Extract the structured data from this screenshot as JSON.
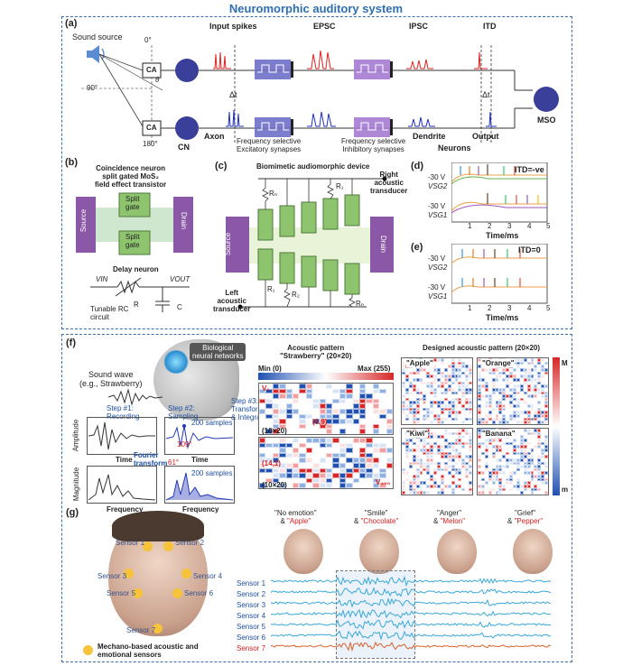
{
  "title": "Neuromorphic auditory system",
  "panel_a": {
    "label": "(a)",
    "sound_source": "Sound source",
    "angle_0": "0°",
    "angle_90": "90°",
    "angle_180": "180°",
    "theta": "θ",
    "ca": "CA",
    "input_spikes": "Input spikes",
    "epsc": "EPSC",
    "ipsc": "IPSC",
    "itd": "ITD",
    "dt": "Δt",
    "cn": "CN",
    "axon": "Axon",
    "exc_syn": "Frequency selective\nExcitatory synapses",
    "inh_syn": "Frequency selective\nInhibitory synapses",
    "dendrite": "Dendrite",
    "neurons": "Neurons",
    "output": "Output",
    "mso": "MSO"
  },
  "panel_b": {
    "label": "(b)",
    "cn_title": "Coincidence neuron\nsplit gated MoS₂\nfield effect transistor",
    "split_gate": "Split\ngate",
    "source": "Source",
    "drain": "Drain",
    "delay": "Delay neuron",
    "vin": "VIN",
    "vout": "VOUT",
    "r": "R",
    "c": "C",
    "rc": "Tunable RC\ncircuit"
  },
  "panel_c": {
    "label": "(c)",
    "title": "Biomimetic audiomorphic device",
    "right": "Right\nacoustic\ntransducer",
    "left": "Left\nacoustic\ntransducer",
    "source": "Source",
    "drain": "Drain",
    "r1": "R₁",
    "r2": "R₂",
    "rn": "Rₙ"
  },
  "panel_d": {
    "label": "(d)",
    "itd": "ITD=-ve",
    "v1": "-30 V",
    "vsg2": "VSG2",
    "v2": "-30 V",
    "vsg1": "VSG1",
    "ticks": [
      "1",
      "2",
      "3",
      "4",
      "5"
    ],
    "xlabel": "Time/ms"
  },
  "panel_e": {
    "label": "(e)",
    "itd": "ITD=0",
    "v1": "-30 V",
    "vsg2": "VSG2",
    "v2": "-30 V",
    "vsg1": "VSG1",
    "ticks": [
      "1",
      "2",
      "3",
      "4",
      "5"
    ],
    "xlabel": "Time/ms"
  },
  "panel_f": {
    "label": "(f)",
    "bio": "Biological\nneural networks",
    "wave": "Sound wave\n(e.g., Strawberry)",
    "step1": "Step #1:\nRecording",
    "step2": "Step #2:\nSampling",
    "step3": "Step #3:\nTransformation\n& Integration",
    "amplitude": "Amplitude",
    "magnitude": "Magnitude",
    "time": "Time",
    "frequency": "Frequency",
    "fourier": "Fourier\ntransform",
    "samples": "200 samples",
    "ang1": "109°",
    "ang2": "61°",
    "pattern_title": "Acoustic pattern\n\"Strawberry\" (20×20)",
    "min": "Min (0)",
    "max": "Max (255)",
    "v1": "V₁",
    "vn": "V₄₀₀",
    "p1": "(6,9)",
    "p2": "(14,1)",
    "dim": "(10×20)",
    "designed": "Designed acoustic pattern (20×20)",
    "words": [
      "\"Apple\"",
      "\"Orange\"",
      "\"Kiwi\"",
      "\"Banana\""
    ],
    "m": "m",
    "M": "M"
  },
  "panel_g": {
    "label": "(g)",
    "sensors": [
      "Sensor 1",
      "Sensor 2",
      "Sensor 3",
      "Sensor 4",
      "Sensor 5",
      "Sensor 6",
      "Sensor 7"
    ],
    "legend": "Mechano-based acoustic and\nemotional sensors",
    "emotions": [
      {
        "emo": "\"No emotion\"",
        "word": "\"Apple\""
      },
      {
        "emo": "\"Smile\"",
        "word": "\"Chocolate\""
      },
      {
        "emo": "\"Anger\"",
        "word": "\"Melon\""
      },
      {
        "emo": "\"Grief\"",
        "word": "\"Pepper\""
      }
    ],
    "amp": "&",
    "colors": {
      "trace": "#3aa8d8",
      "trace7": "#d9622b"
    }
  }
}
